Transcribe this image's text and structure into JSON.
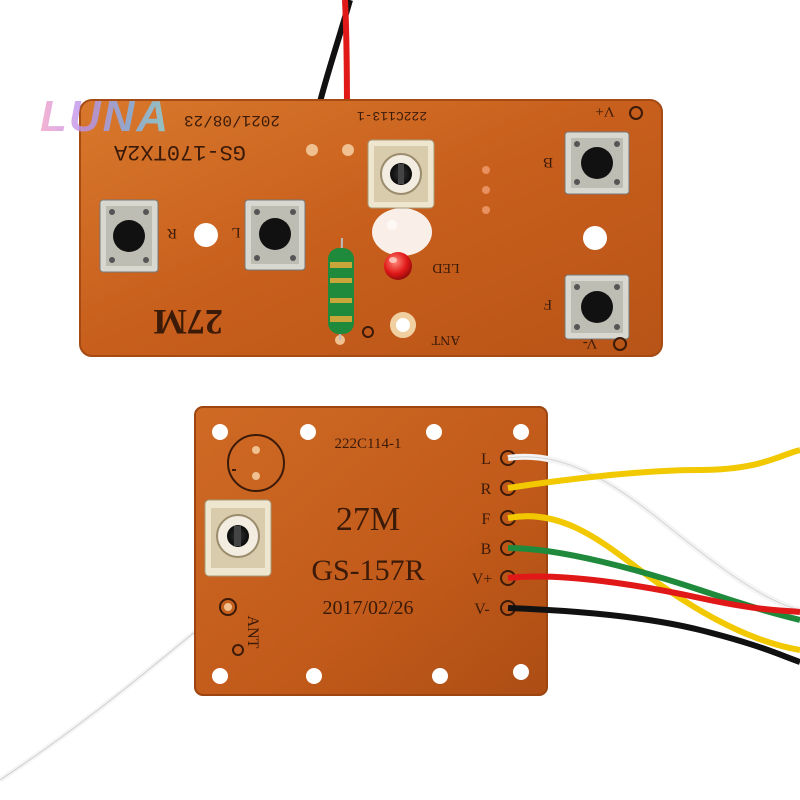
{
  "watermark": "LUNA",
  "transmitter": {
    "model": "GS-170TX2A",
    "date": "2021/08/23",
    "code": "222C113-1",
    "frequency": "27M",
    "labels": {
      "v_plus": "V+",
      "v_minus": "V-",
      "b": "B",
      "f": "F",
      "l": "L",
      "r": "R",
      "led": "LED",
      "ant": "ANT"
    }
  },
  "receiver": {
    "code": "222C114-1",
    "frequency": "27M",
    "model": "GS-157R",
    "date": "2017/02/26",
    "ant": "ANT",
    "pins": [
      "L",
      "R",
      "F",
      "B",
      "V+",
      "V-"
    ]
  },
  "colors": {
    "pcb": "#c9601e",
    "pcb_light": "#d77a2e",
    "silkscreen": "#3b1a08",
    "wire_white": "#f4f4f4",
    "wire_yellow": "#f2c900",
    "wire_green": "#1f8a3b",
    "wire_red": "#e01818",
    "wire_black": "#111111"
  }
}
